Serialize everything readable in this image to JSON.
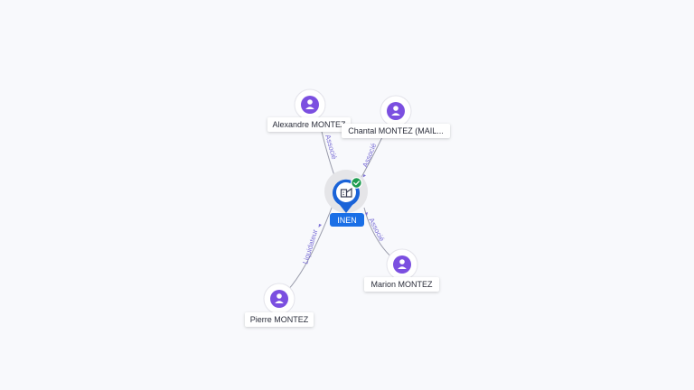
{
  "center": {
    "label": "INEN",
    "icon": "company-icon",
    "status_icon": "verified-check-icon",
    "colors": {
      "pin": "#1a63d8",
      "label_bg": "#1a6fe6",
      "status": "#1f9d52"
    }
  },
  "people": [
    {
      "id": "alexandre",
      "label": "Alexandre MONTEZ",
      "relation": "Associé",
      "icon": "person-icon"
    },
    {
      "id": "chantal",
      "label": "Chantal MONTEZ (MAIL...",
      "relation": "Associé",
      "icon": "person-icon"
    },
    {
      "id": "marion",
      "label": "Marion MONTEZ",
      "relation": "Associé",
      "icon": "person-icon"
    },
    {
      "id": "pierre",
      "label": "Pierre MONTEZ",
      "relation": "Liquidateur",
      "icon": "person-icon"
    }
  ],
  "colors": {
    "person_icon": "#7b4fe0",
    "edge": "#9a9cab",
    "edge_label": "#7b6fd6"
  }
}
